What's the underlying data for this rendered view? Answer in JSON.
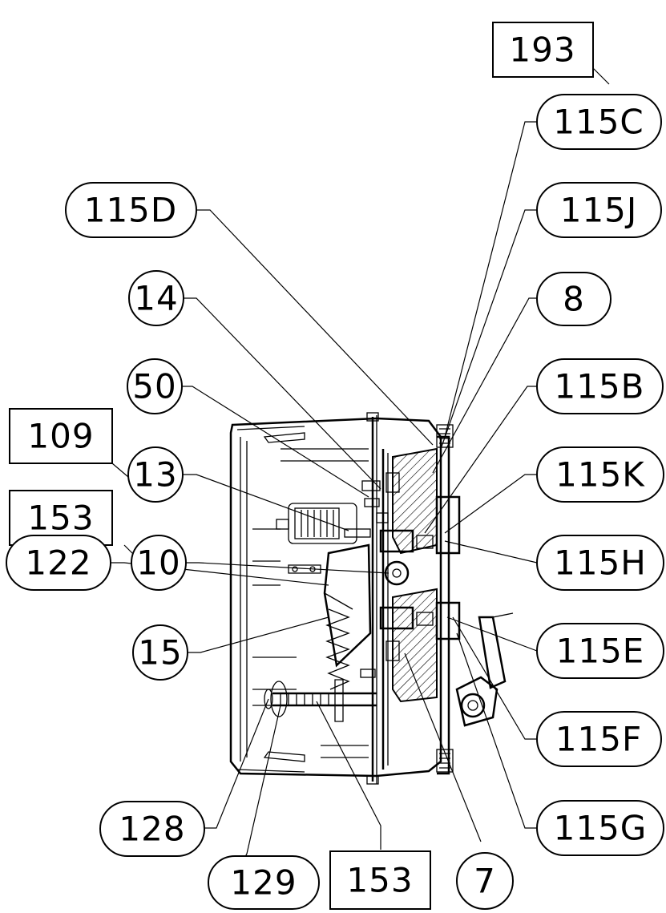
{
  "callouts": {
    "c193": "193",
    "c115C": "115C",
    "c115J": "115J",
    "c115D": "115D",
    "c8": "8",
    "c14": "14",
    "c115B": "115B",
    "c50": "50",
    "c109": "109",
    "c13": "13",
    "c115K": "115K",
    "c153a": "153",
    "c115H": "115H",
    "c10": "10",
    "c122": "122",
    "c115E": "115E",
    "c15": "15",
    "c115F": "115F",
    "c128": "128",
    "c115G": "115G",
    "c129": "129",
    "c153b": "153",
    "c7": "7"
  }
}
